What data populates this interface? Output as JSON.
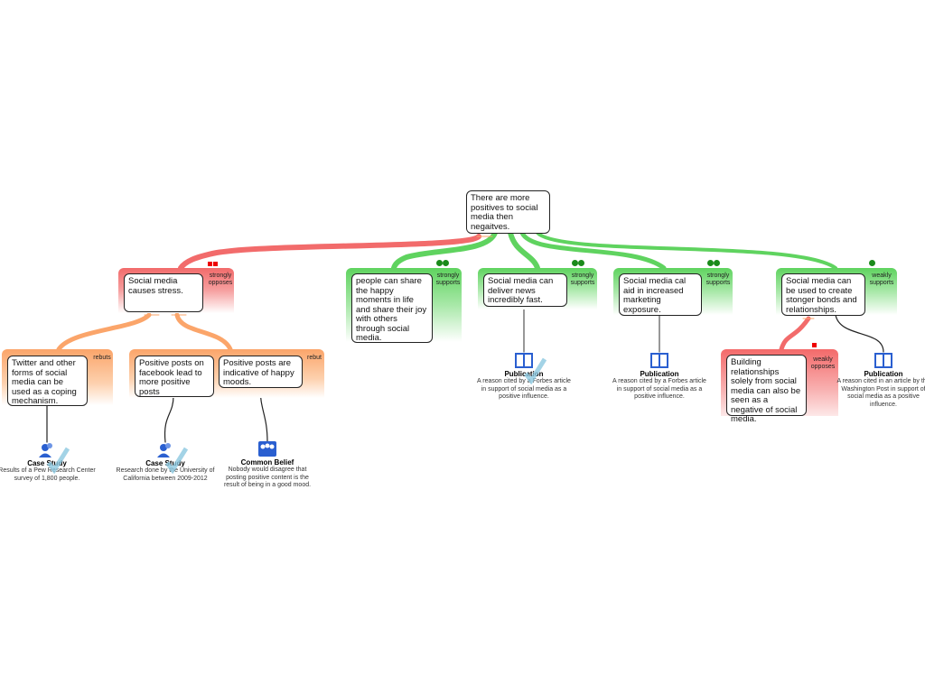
{
  "root": {
    "text": "There are more positives to social media then negaitves."
  },
  "claims": [
    {
      "text": "Social media causes stress.",
      "relation": "strongly opposes"
    },
    {
      "text": "people can share the happy moments in life and share their joy with others through social media.",
      "relation": "strongly supports"
    },
    {
      "text": "Social media can deliver news incredibly fast.",
      "relation": "strongly supports"
    },
    {
      "text": "Social media cal aid in increased marketing exposure.",
      "relation": "strongly supports"
    },
    {
      "text": "Social media can be used to create stonger bonds and relationships.",
      "relation": "weakly supports"
    }
  ],
  "rebuttals": [
    {
      "text": "Twitter and other forms of social media can be used as a coping mechanism.",
      "relation": "rebuts"
    },
    {
      "relation": "rebut",
      "items": [
        {
          "text": "Positive posts on facebook lead to more positive posts"
        },
        {
          "text": "Positive posts are indicative of happy moods."
        }
      ]
    },
    {
      "text": "Building relationships solely from social media can also be seen as a negative of social media.",
      "relation": "weakly opposes"
    }
  ],
  "evidence": [
    {
      "type": "Case Study",
      "desc": "Results of a Pew Research Center survey of 1,800 people."
    },
    {
      "type": "Case Study",
      "desc": "Research done by the University of California between 2009-2012"
    },
    {
      "type": "Common Belief",
      "desc": "Nobody would disagree that posting positive content is the result of being in a good mood."
    },
    {
      "type": "Publication",
      "desc": "A reason cited by a Forbes article in support of social media as a positive influence."
    },
    {
      "type": "Publication",
      "desc": "A reason cited by a Forbes article in support of social media as a positive influence."
    },
    {
      "type": "Publication",
      "desc": "A reason cited in an article by the Washington Post in support of social media as a positive influence."
    }
  ],
  "colors": {
    "oppose": "#f26b6b",
    "support": "#5fd35f",
    "rebut": "#fba56a",
    "icon": "#2a5fd0"
  }
}
